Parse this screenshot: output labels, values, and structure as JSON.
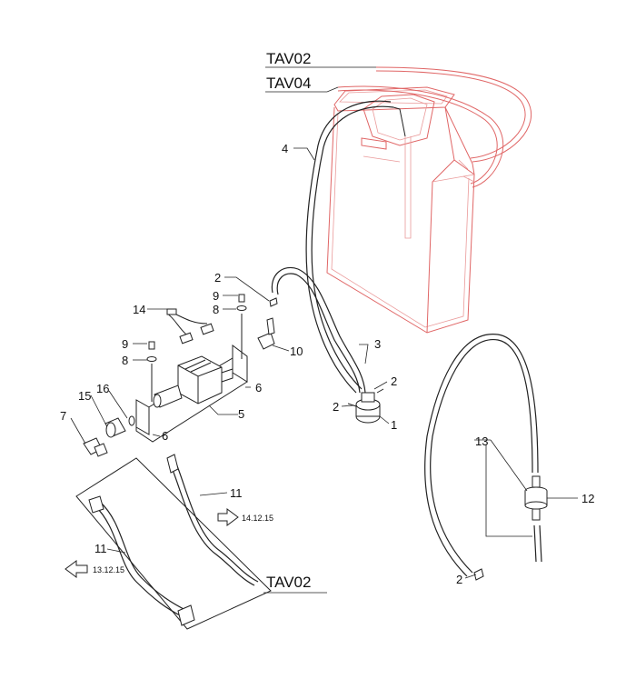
{
  "callouts": {
    "tav02_top": "TAV02",
    "tav04_top": "TAV04",
    "tav02_bottom": "TAV02",
    "n4": "4",
    "n2_upper": "2",
    "n9_upper": "9",
    "n8_upper": "8",
    "n14": "14",
    "n3": "3",
    "n9_lower": "9",
    "n8_lower": "8",
    "n10": "10",
    "n2_right": "2",
    "n6_right": "6",
    "n2_left": "2",
    "n15": "15",
    "n16": "16",
    "n5": "5",
    "n1": "1",
    "n7": "7",
    "n6_left": "6",
    "n13": "13",
    "n12": "12",
    "n11_right": "11",
    "n11_left": "11",
    "n2_bottom": "2"
  },
  "references": {
    "ref_right": "14.12.15",
    "ref_left": "13.12.15"
  },
  "colors": {
    "linework": "#222222",
    "tank_highlight": "#e06666"
  }
}
